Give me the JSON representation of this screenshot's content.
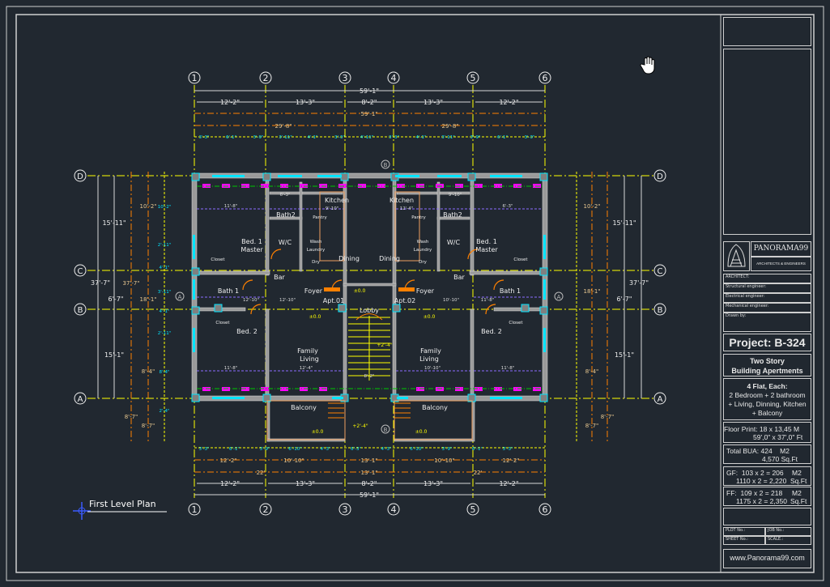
{
  "drawing": {
    "view_title": "First Level Plan",
    "grid_columns": [
      "1",
      "2",
      "3",
      "4",
      "5",
      "6"
    ],
    "grid_rows": [
      "D",
      "C",
      "B",
      "A"
    ],
    "dims_top": {
      "overall": "59'-1\"",
      "bays": [
        "12'-2\"",
        "13'-3\"",
        "8'-2\"",
        "13'-3\"",
        "12'-2\""
      ],
      "orange_overall": "59'-1\"",
      "orange_halves": [
        "29'-8\"",
        "29'-8\""
      ],
      "cyan": [
        "3'-3\"",
        "6'-1\"",
        "3'-9\"",
        "3'-11\"",
        "4'-1\"",
        "3'-3\"",
        "4'-11\"",
        "3'-3\"",
        "4'-1\"",
        "3'-11\"",
        "3'-9\"",
        "6'-1\"",
        "3'-3\""
      ]
    },
    "dims_bottom": {
      "overall": "59'-1\"",
      "bays": [
        "12'-2\"",
        "13'-3\"",
        "8'-2\"",
        "13'-3\"",
        "12'-2\""
      ],
      "orange_row1": [
        "12'-2\"",
        "10'-10\"",
        "13'-1\"",
        "10'-10\"",
        "12'-2\""
      ],
      "orange_row2": [
        "22'",
        "13'-1\"",
        "22'"
      ],
      "cyan": [
        "3'-3\"",
        "6'-1\"",
        "3'-9\"",
        "6'-10\"",
        "4'-3\"",
        "6'-3\"",
        "4'-3\"",
        "6'-10\"",
        "3'-9\"",
        "6'-1\"",
        "3'-3\""
      ]
    },
    "dims_left": {
      "overall": "37'-7\"",
      "upper": "15'-11\"",
      "middle": "6'-7\"",
      "lower": "15'-1\"",
      "orange_overall": "37'-7\"",
      "orange": [
        "10'-2\"",
        "18'-1\"",
        "8'-4\"",
        "8'-7\"",
        "8'-7\""
      ],
      "cyan": [
        "10'-2\"",
        "2'-11\"",
        "4'-1\"",
        "3'-11\"",
        "4'-1\"",
        "2'-11\"",
        "8'-4\"",
        "2'-4\""
      ]
    },
    "dims_right": {
      "overall": "37'-7\"",
      "upper": "15'-11\"",
      "middle": "6'-7\"",
      "lower": "15'-1\"",
      "orange": [
        "10'-2\"",
        "18'-1\"",
        "8'-4\"",
        "8'-7\"",
        "8'-7\""
      ]
    },
    "rooms_left": [
      "Bath2",
      "Kitchen",
      "Bed. 1",
      "Master",
      "W/C",
      "Closet",
      "Bar",
      "Dining",
      "Bath 1",
      "Foyer",
      "Apt.01",
      "Bed. 2",
      "Closet",
      "Family",
      "Living",
      "Balcony",
      "Pantry",
      "Wash",
      "Laundry",
      "Dry"
    ],
    "rooms_right": [
      "Bath2",
      "Kitchen",
      "Bed. 1",
      "Master",
      "W/C",
      "Closet",
      "Bar",
      "Dining",
      "Bath 1",
      "Foyer",
      "Apt.02",
      "Bed. 2",
      "Closet",
      "Family",
      "Living",
      "Balcony",
      "Pantry",
      "Wash",
      "Laundry",
      "Dry"
    ],
    "lobby": "Lobby",
    "levels": [
      "±0.0",
      "±0.0",
      "±0.0",
      "±0.0",
      "±0.0",
      "+2'-4\"",
      "+2'-4\""
    ],
    "section_marks": [
      "A",
      "A",
      "B",
      "B"
    ],
    "room_dims": [
      "11'-8\"",
      "6'-3\"",
      "9'-10\"",
      "12'-10\"",
      "12'-4\"",
      "11'-8\"",
      "8'-2\"",
      "10'-10\"",
      "9'-10\"",
      "6'-3\"",
      "11'-8\"",
      "12'-10\"",
      "12'-4\"",
      "11'-8\"",
      "10'-10\""
    ]
  },
  "title_block": {
    "company": "PANORAMA99",
    "company_sub": "ARCHITECTS & ENGINEERS",
    "architect": "ARCHITECT:",
    "structural": "Structural engineer:",
    "electrical": "Electrical engineer:",
    "mechanical": "Mechanical engineer:",
    "drawn_by": "Drawn by:",
    "project": "Project: B-324",
    "title_line1": "Two Story",
    "title_line2": "Building Apertments",
    "desc1": "4 Flat, Each:",
    "desc2": "2 Bedroom + 2 bathroom",
    "desc3": "+ Living, Dinning, Kitchen",
    "desc4": "+ Balcony",
    "floor_print1": "Floor Print: 18 x 13,45 M",
    "floor_print2": "59',0\" x 37',0\" Ft",
    "bua1": "Total BUA: 424    M2",
    "bua2": "4,570 Sq.Ft",
    "gf1": "GF:  103 x 2 = 206",
    "gf1u": "M2",
    "gf2": "1110 x 2 = 2,220",
    "gf2u": "Sq.Ft",
    "ff1": "FF:  109 x 2 = 218",
    "ff1u": "M2",
    "ff2": "1175 x 2 = 2,350",
    "ff2u": "Sq.Ft",
    "plot": "PLOT No.:",
    "job": "JOB No.:",
    "sheet": "SHEET No.:",
    "scale": "SCALE.:",
    "website": "www.Panorama99.com"
  },
  "colors": {
    "bg": "#212830",
    "grid": "#ffff00",
    "wall": "#9a9a9a",
    "orange": "#ff8000",
    "cyan": "#00e5ff",
    "magenta": "#ff00ff",
    "violet": "#8a6cff",
    "dim": "#d8d8d8",
    "tan": "#e8c890"
  }
}
